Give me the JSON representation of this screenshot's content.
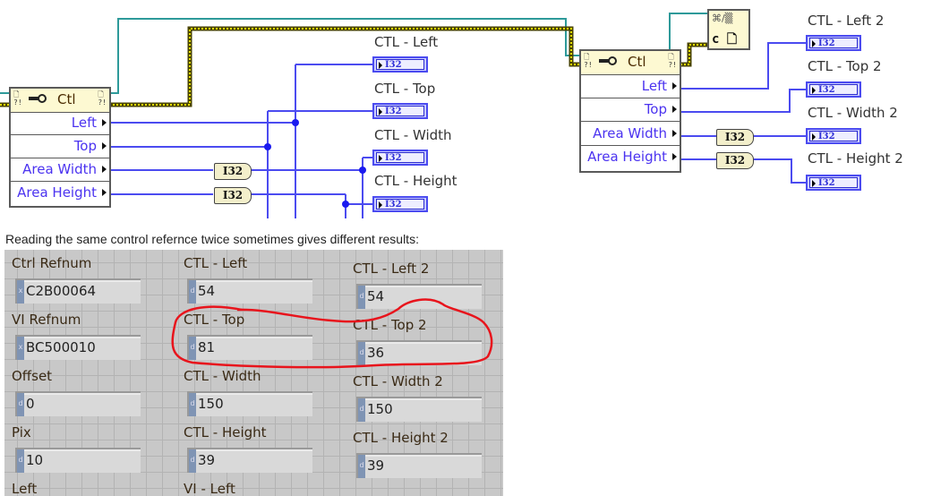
{
  "diagram": {
    "property_node_1": {
      "header": "Ctl",
      "properties": [
        "Left",
        "Top",
        "Area Width",
        "Area Height"
      ]
    },
    "property_node_2": {
      "header": "Ctl",
      "properties": [
        "Left",
        "Top",
        "Area Width",
        "Area Height"
      ]
    },
    "generic_node": {
      "top_text": "⌘/▒",
      "bottom_text": "c 🗋"
    },
    "conversion_label": "I32",
    "indicator_type": "I32",
    "indicators_group_1": [
      "CTL - Left",
      "CTL - Top",
      "CTL - Width",
      "CTL - Height"
    ],
    "indicators_group_2": [
      "CTL - Left 2",
      "CTL - Top 2",
      "CTL - Width 2",
      "CTL - Height 2"
    ],
    "wire_colors": {
      "refnum": "#2e9a9a",
      "error": "#c9c200",
      "int": "#4b4bf0"
    }
  },
  "caption": "Reading the same control refernce twice sometimes gives different results:",
  "front_panel": {
    "col1": [
      {
        "label": "Ctrl Refnum",
        "radix": "x",
        "value": "C2B00064"
      },
      {
        "label": "VI Refnum",
        "radix": "x",
        "value": "BC500010"
      },
      {
        "label": "Offset",
        "radix": "d",
        "value": "0"
      },
      {
        "label": "Pix",
        "radix": "d",
        "value": "10"
      },
      {
        "label": "Left",
        "radix": "",
        "value": ""
      }
    ],
    "col2": [
      {
        "label": "CTL - Left",
        "radix": "d",
        "value": "54"
      },
      {
        "label": "CTL - Top",
        "radix": "d",
        "value": "81"
      },
      {
        "label": "CTL - Width",
        "radix": "d",
        "value": "150"
      },
      {
        "label": "CTL - Height",
        "radix": "d",
        "value": "39"
      },
      {
        "label": "VI - Left",
        "radix": "",
        "value": ""
      }
    ],
    "col3": [
      {
        "label": "CTL - Left 2",
        "radix": "d",
        "value": "54"
      },
      {
        "label": "CTL - Top 2",
        "radix": "d",
        "value": "36"
      },
      {
        "label": "CTL - Width 2",
        "radix": "d",
        "value": "150"
      },
      {
        "label": "CTL - Height 2",
        "radix": "d",
        "value": "39"
      }
    ],
    "annotation_color": "#e8141c"
  }
}
